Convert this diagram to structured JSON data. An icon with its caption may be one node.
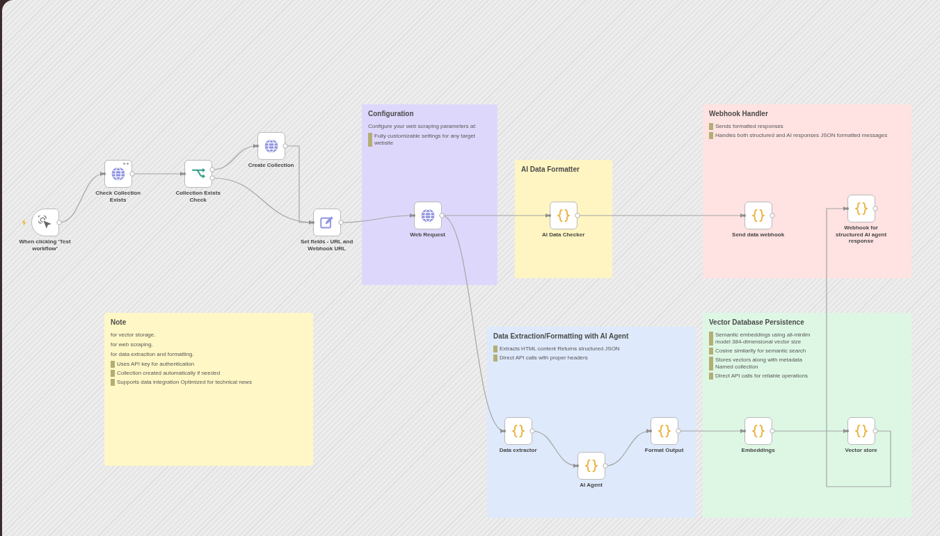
{
  "diagram": {
    "nodes": [
      {
        "text": [
          "When clicking ‘Test workflow’"
        ]
      },
      {
        "text": [
          "Check Collection Exists"
        ]
      },
      {
        "text": [
          "Collection Exists Check"
        ]
      },
      {
        "text": [
          "Create Collection"
        ]
      },
      {
        "text": [
          "Set fields - URL and Webhook URL"
        ]
      },
      {
        "text": [
          "Configuration",
          "Configure your web scraping parameters at:",
          "Fully customizable settings for any target website"
        ]
      },
      {
        "text": [
          "Web Request"
        ],
        "in": 5
      },
      {
        "text": [
          "AI Data Formatter"
        ]
      },
      {
        "text": [
          "AI Data Checker"
        ],
        "in": 7
      },
      {
        "text": [
          "Webhook Handler",
          "Sends formatted responses",
          "Handles both structured and AI responses JSON formatted messages"
        ]
      },
      {
        "text": [
          "Send data webhook"
        ],
        "in": 9
      },
      {
        "text": [
          "Webhook for structured AI agent response"
        ],
        "in": 9
      },
      {
        "text": [
          "Note",
          "for vector storage.",
          "for web scraping.",
          "for data extraction and formatting.",
          "Uses API key for authentication",
          "Collection created automatically if needed",
          "Supports data integration Optimized for technical news"
        ]
      },
      {
        "text": [
          "Data Extraction/Formatting with AI Agent",
          "Extracts HTML content Returns structured JSON",
          "Direct API calls with proper headers"
        ]
      },
      {
        "text": [
          "Data extractor"
        ],
        "in": 13
      },
      {
        "text": [
          "AI Agent"
        ],
        "in": 13
      },
      {
        "text": [
          "Format Output"
        ],
        "in": 13
      },
      {
        "text": [
          "Vector Database Persistence",
          "Semantic embeddings using all-minilm model 384-dimensional vector size",
          "Cosine similarity for semantic search",
          "Stores vectors along with metadata Named collection",
          "Direct API calls for reliable operations"
        ]
      },
      {
        "text": [
          "Embeddings"
        ],
        "in": 17
      },
      {
        "text": [
          "Vector store"
        ],
        "in": 17
      }
    ],
    "edges": [
      {
        "from": 0,
        "to": 1,
        "arrow": "to"
      },
      {
        "from": 1,
        "to": 2,
        "arrow": "to"
      },
      {
        "from": 2,
        "to": 3,
        "arrow": "to"
      },
      {
        "from": 2,
        "to": 4,
        "arrow": "to"
      },
      {
        "from": 3,
        "to": 4,
        "arrow": "to"
      },
      {
        "from": 4,
        "to": 6,
        "arrow": "to"
      },
      {
        "from": 6,
        "to": 8,
        "arrow": "to"
      },
      {
        "from": 6,
        "to": 14,
        "arrow": "to"
      },
      {
        "from": 8,
        "to": 10,
        "arrow": "to"
      },
      {
        "from": 14,
        "to": 15,
        "arrow": "to"
      },
      {
        "from": 15,
        "to": 16,
        "arrow": "to"
      },
      {
        "from": 16,
        "to": 18,
        "arrow": "to"
      },
      {
        "from": 18,
        "to": 19,
        "arrow": "to"
      },
      {
        "from": 19,
        "to": 11,
        "arrow": "to"
      }
    ]
  }
}
